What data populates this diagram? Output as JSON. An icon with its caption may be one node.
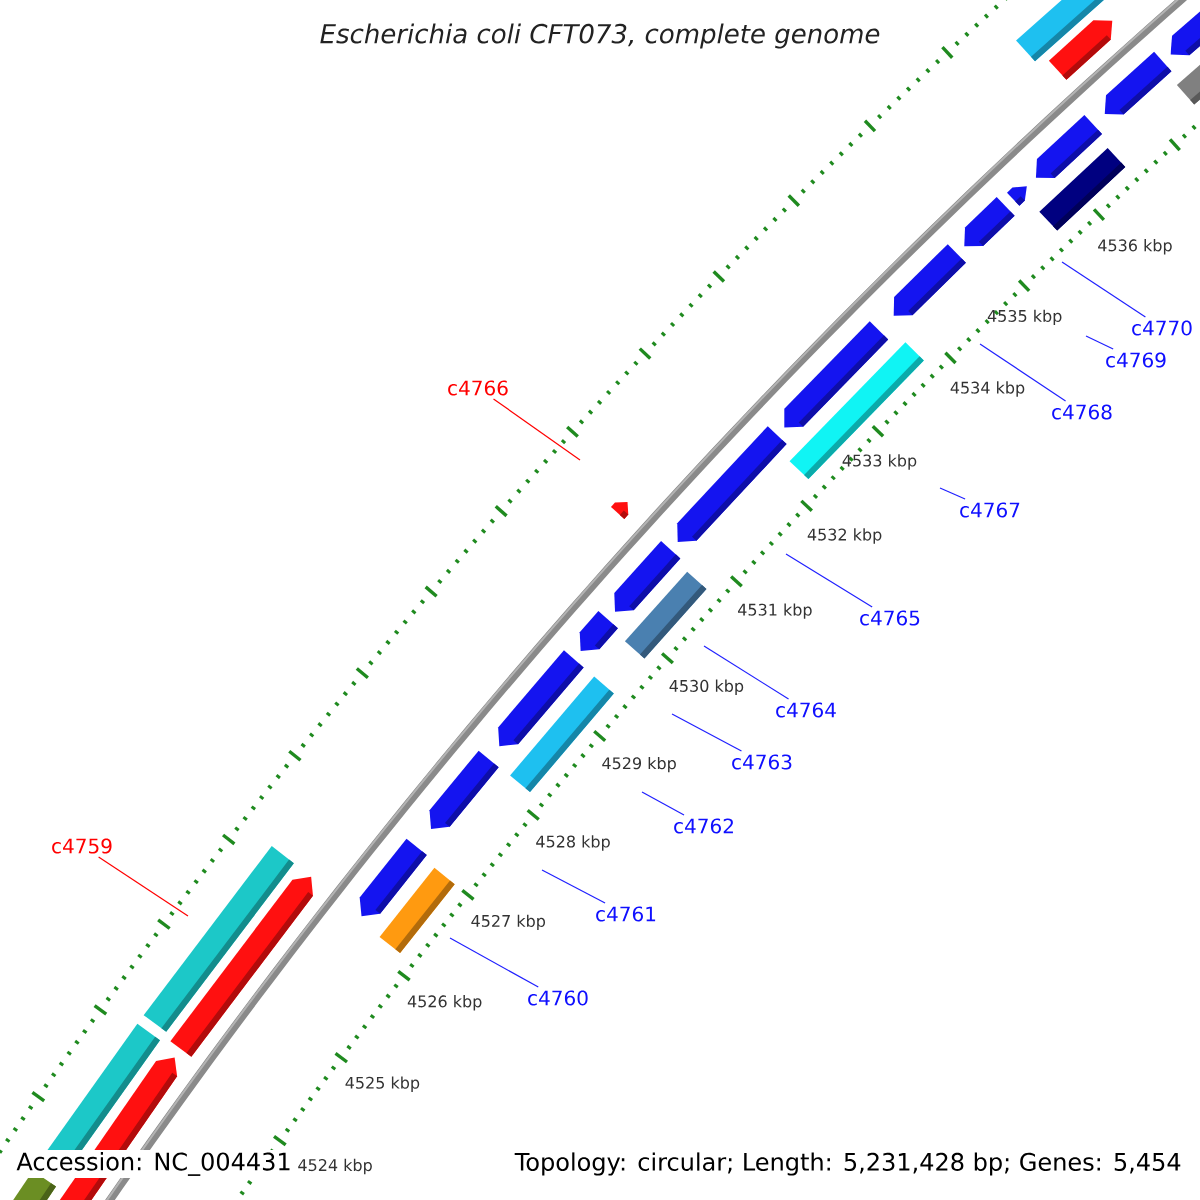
{
  "diagram": {
    "title": "Escherichia coli CFT073, complete genome",
    "nodes": [
      {
        "text": [
          "c4770"
        ]
      },
      {
        "text": [
          "c4769"
        ]
      },
      {
        "text": [
          "c4766"
        ]
      },
      {
        "text": [
          "c4768"
        ]
      },
      {
        "text": [
          "c4767"
        ]
      },
      {
        "text": [
          "c4765"
        ]
      },
      {
        "text": [
          "c4764"
        ]
      },
      {
        "text": [
          "c4763"
        ]
      },
      {
        "text": [
          "c4762"
        ]
      },
      {
        "text": [
          "c4759"
        ]
      },
      {
        "text": [
          "c4761"
        ]
      },
      {
        "text": [
          "c4760"
        ]
      }
    ],
    "edges": [
      {
        "from": 0,
        "to": null,
        "arrow": "none"
      },
      {
        "from": 1,
        "to": null,
        "arrow": "none"
      },
      {
        "from": 2,
        "to": null,
        "arrow": "none",
        "color": "#ff0000"
      },
      {
        "from": 3,
        "to": null,
        "arrow": "none"
      },
      {
        "from": 4,
        "to": null,
        "arrow": "none"
      },
      {
        "from": 5,
        "to": null,
        "arrow": "none"
      },
      {
        "from": 6,
        "to": null,
        "arrow": "none"
      },
      {
        "from": 7,
        "to": null,
        "arrow": "none"
      },
      {
        "from": 8,
        "to": null,
        "arrow": "none"
      },
      {
        "from": 9,
        "to": null,
        "arrow": "none",
        "color": "#ff0000"
      },
      {
        "from": 10,
        "to": null,
        "arrow": "none"
      },
      {
        "from": 11,
        "to": null,
        "arrow": "none"
      }
    ],
    "labels": [
      "4536 kbp",
      "4535 kbp",
      "4534 kbp",
      "4533 kbp",
      "4532 kbp",
      "4531 kbp",
      "4530 kbp",
      "4529 kbp",
      "4528 kbp",
      "4527 kbp",
      "4526 kbp",
      "4525 kbp",
      "4524 kbp",
      "Accession: NC_004431",
      "Topology: circular; Length: 5,231,428 bp; Genes: 5,454"
    ]
  }
}
